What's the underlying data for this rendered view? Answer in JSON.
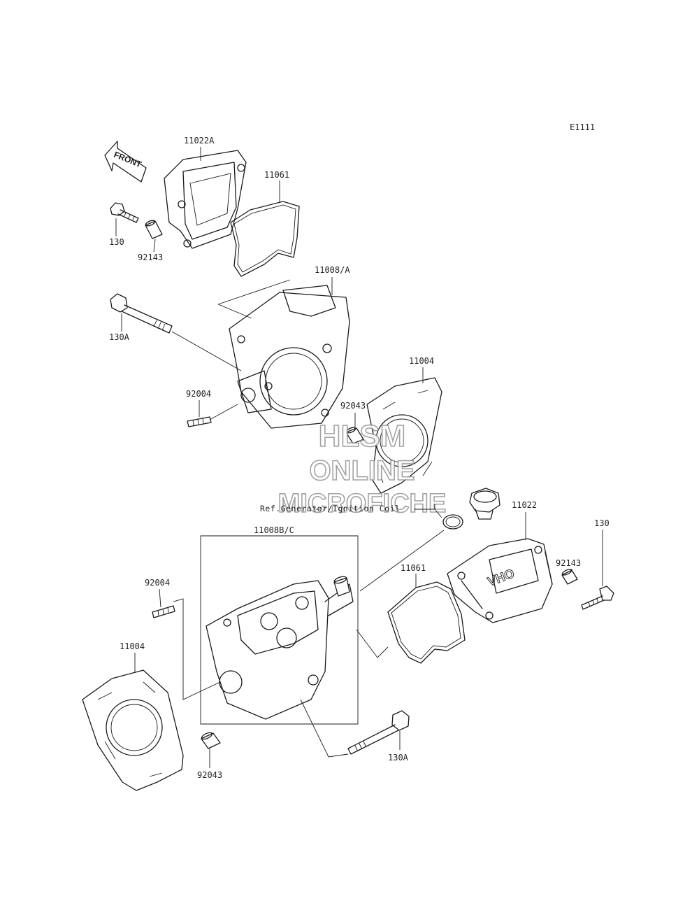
{
  "diagram": {
    "code": "E1111",
    "front_label": "FRONT",
    "reference_note": "Ref.Generator/Ignition Coil",
    "cover_emblem": "OHV",
    "watermark": [
      "HLSM",
      "ONLINE",
      "MICROFICHE"
    ],
    "callouts": {
      "c_11022A": "11022A",
      "c_11061_top": "11061",
      "c_130_top": "130",
      "c_92143_top": "92143",
      "c_11008A": "11008/A",
      "c_130A_top": "130A",
      "c_11004_top": "11004",
      "c_92004_top": "92004",
      "c_92043_top": "92043",
      "c_11022": "11022",
      "c_130_right": "130",
      "c_92143_right": "92143",
      "c_11008BC": "11008B/C",
      "c_11061_bottom": "11061",
      "c_92004_bottom": "92004",
      "c_11004_bottom": "11004",
      "c_130A_bottom": "130A",
      "c_92043_bottom": "92043"
    }
  }
}
